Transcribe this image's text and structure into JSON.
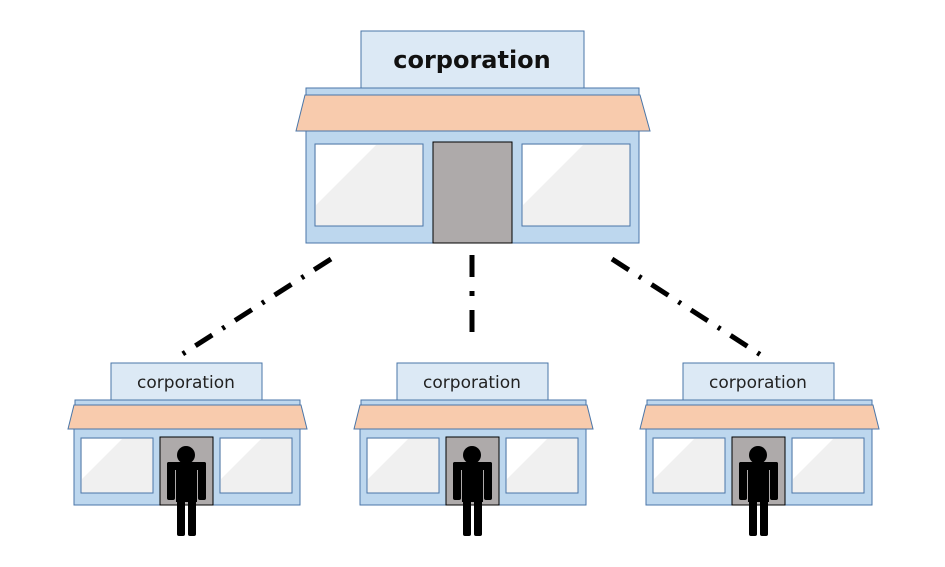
{
  "diagram": {
    "type": "hierarchy",
    "colors": {
      "sign_fill": "#dce9f5",
      "border": "#4a76a8",
      "wall": "#bdd7ee",
      "awning": "#f8cbad",
      "door": "#aeaaaa",
      "window": "#f0f0f0",
      "person": "#000000",
      "connector": "#000000"
    },
    "parent": {
      "label": "corporation",
      "door_has_person": false
    },
    "children": [
      {
        "label": "corporation",
        "door_has_person": true
      },
      {
        "label": "corporation",
        "door_has_person": true
      },
      {
        "label": "corporation",
        "door_has_person": true
      }
    ],
    "connector_style": "dash-dot"
  }
}
